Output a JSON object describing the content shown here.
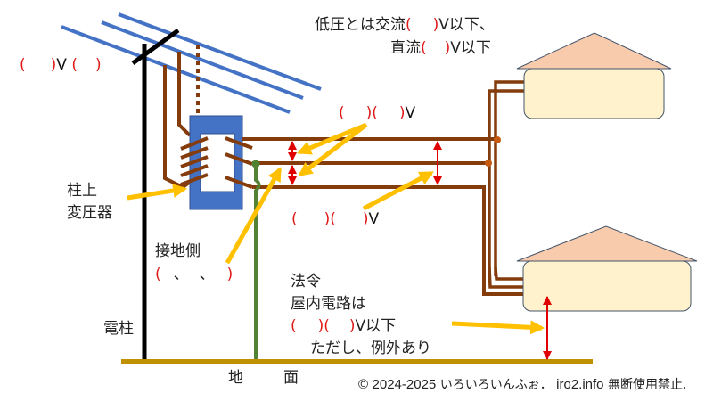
{
  "colors": {
    "wire_high_voltage": "#4472c4",
    "wire_low_voltage": "#843c0c",
    "transformer": "#4472c4",
    "pole": "#000000",
    "ground_wire": "#548235",
    "ground": "#bf9000",
    "arrow_pointer": "#ffc000",
    "dimension_arrow": "#e00000",
    "house_roof": "#f8cbad",
    "house_body": "#fff2cc",
    "blank_paren": "#e01818"
  },
  "labels": {
    "high_voltage_blank": {
      "open": "(",
      "close": ")",
      "unit": "V",
      "open2": "(",
      "close2": ")"
    },
    "low_voltage_def": {
      "line1_prefix": "低圧とは交流",
      "line1_suffix": "V以下、",
      "line2_prefix": "直流",
      "line2_suffix": "V以下",
      "open": "(",
      "close": ")"
    },
    "transformer": {
      "line1": "柱上",
      "line2": "変圧器"
    },
    "grounded_side": {
      "title": "接地側",
      "blank": "(　、　、　)",
      "open": "(",
      "sep1": "、",
      "sep2": "、",
      "close": ")"
    },
    "pole": "電柱",
    "ground": {
      "char1": "地",
      "char2": "面"
    },
    "voltage_upper": {
      "open1": "(",
      "mid": ")(",
      "close": ")",
      "unit": "V"
    },
    "voltage_lower": {
      "open1": "(",
      "mid": ")(",
      "close": ")",
      "unit": "V"
    },
    "indoor_law": {
      "line1": "法令",
      "line2": "屋内電路は",
      "open1": "(",
      "mid": ")(",
      "close": ")",
      "suffix": "V以下",
      "line4": "ただし、例外あり"
    }
  },
  "footer": {
    "copyright_symbol": "©",
    "years": "2024-2025",
    "site_name": "いろいろいんふぉ．",
    "domain": "iro2.info",
    "notice": "無断使用禁止."
  }
}
